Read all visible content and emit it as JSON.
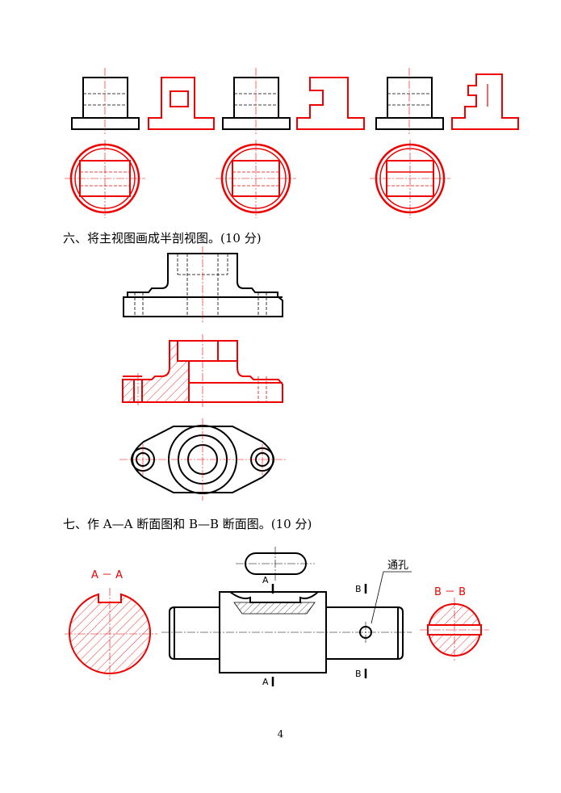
{
  "section6": {
    "title": "六、将主视图画成半剖视图。(10 分)"
  },
  "section7": {
    "title": "七、作 A—A 断面图和 B—B 断面图。(10 分)",
    "section_aa_label": "A － A",
    "section_bb_label": "B － B",
    "mark_a": "A",
    "mark_b": "B",
    "through_hole_label": "通孔"
  },
  "colors": {
    "answer_red": "#ee0000",
    "line_black": "#000000"
  },
  "page": {
    "number": "4"
  }
}
